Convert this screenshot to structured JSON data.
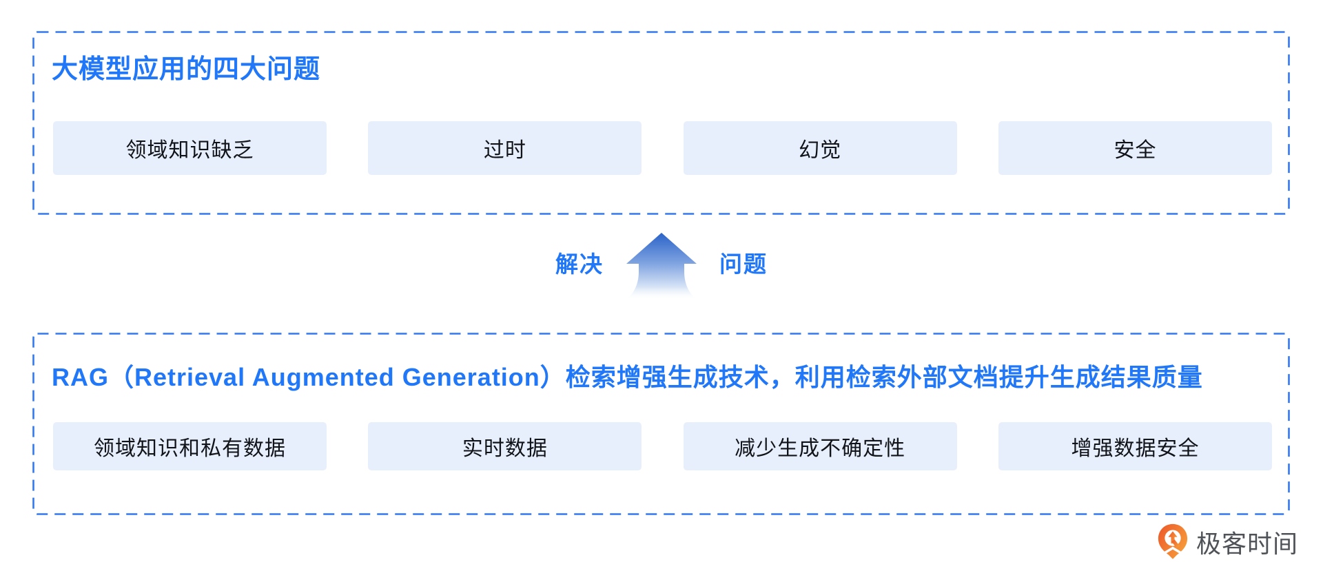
{
  "colors": {
    "accent_blue": "#2077F8",
    "dashed_border_blue": "#3178F2",
    "chip_background": "#E7EEFC",
    "chip_text": "#101318",
    "arrow_gradient_top": "#2B63C9",
    "arrow_gradient_bottom": "#FFFFFF",
    "logo_orange_dark": "#ED5B2B",
    "logo_orange_light": "#F7A23B",
    "logo_text_gray": "#4F5358"
  },
  "top_section": {
    "title": "大模型应用的四大问题",
    "items": [
      {
        "label": "领域知识缺乏"
      },
      {
        "label": "过时"
      },
      {
        "label": "幻觉"
      },
      {
        "label": "安全"
      }
    ]
  },
  "connector": {
    "left_label": "解决",
    "right_label": "问题",
    "arrow_icon": "up-arrow"
  },
  "bottom_section": {
    "title": "RAG（Retrieval Augmented Generation）检索增强生成技术，利用检索外部文档提升生成结果质量",
    "items": [
      {
        "label": "领域知识和私有数据"
      },
      {
        "label": "实时数据"
      },
      {
        "label": "减少生成不确定性"
      },
      {
        "label": "增强数据安全"
      }
    ]
  },
  "footer": {
    "logo_text": "极客时间",
    "logo_icon": "geektime-pin-icon"
  }
}
